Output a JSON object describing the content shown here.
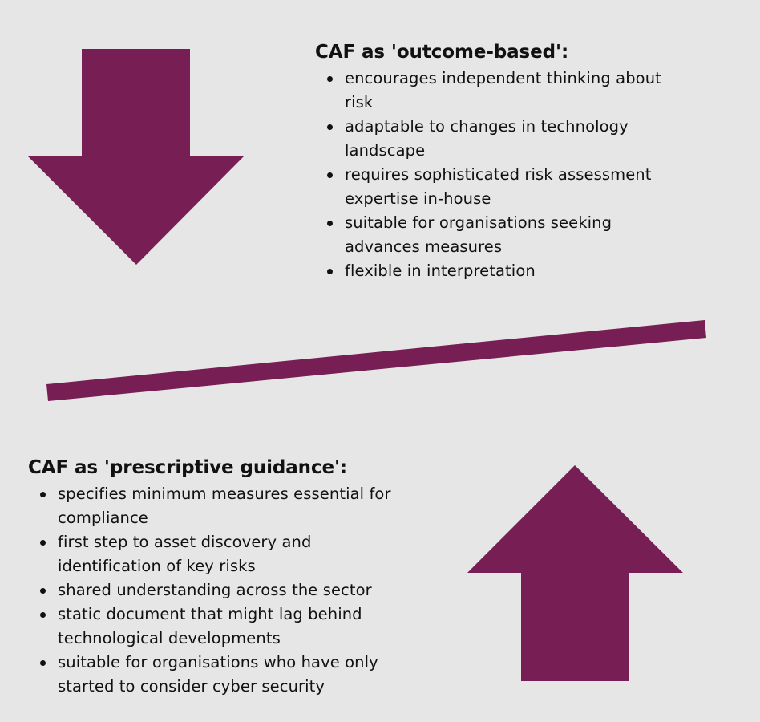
{
  "colors": {
    "background": "#e6e6e6",
    "accent": "#771f55",
    "text": "#111111"
  },
  "graphics": {
    "top_arrow": {
      "direction": "down",
      "icon": "arrow-down-icon"
    },
    "bottom_arrow": {
      "direction": "up",
      "icon": "arrow-up-icon"
    },
    "seesaw_bar": {
      "icon": "tilted-bar"
    }
  },
  "outcome_based": {
    "title": "CAF as 'outcome-based':",
    "items": [
      "encourages independent thinking about risk",
      "adaptable to changes in technology landscape",
      "requires sophisticated risk assessment expertise in-house",
      "suitable for organisations seeking advances measures",
      "flexible in interpretation"
    ]
  },
  "prescriptive_guidance": {
    "title": "CAF as 'prescriptive guidance':",
    "items": [
      "specifies minimum measures essential for compliance",
      "first step to asset discovery and identification of key risks",
      "shared understanding across the sector",
      "static document that might lag behind technological developments",
      "suitable for organisations who have only started to consider cyber security"
    ]
  }
}
